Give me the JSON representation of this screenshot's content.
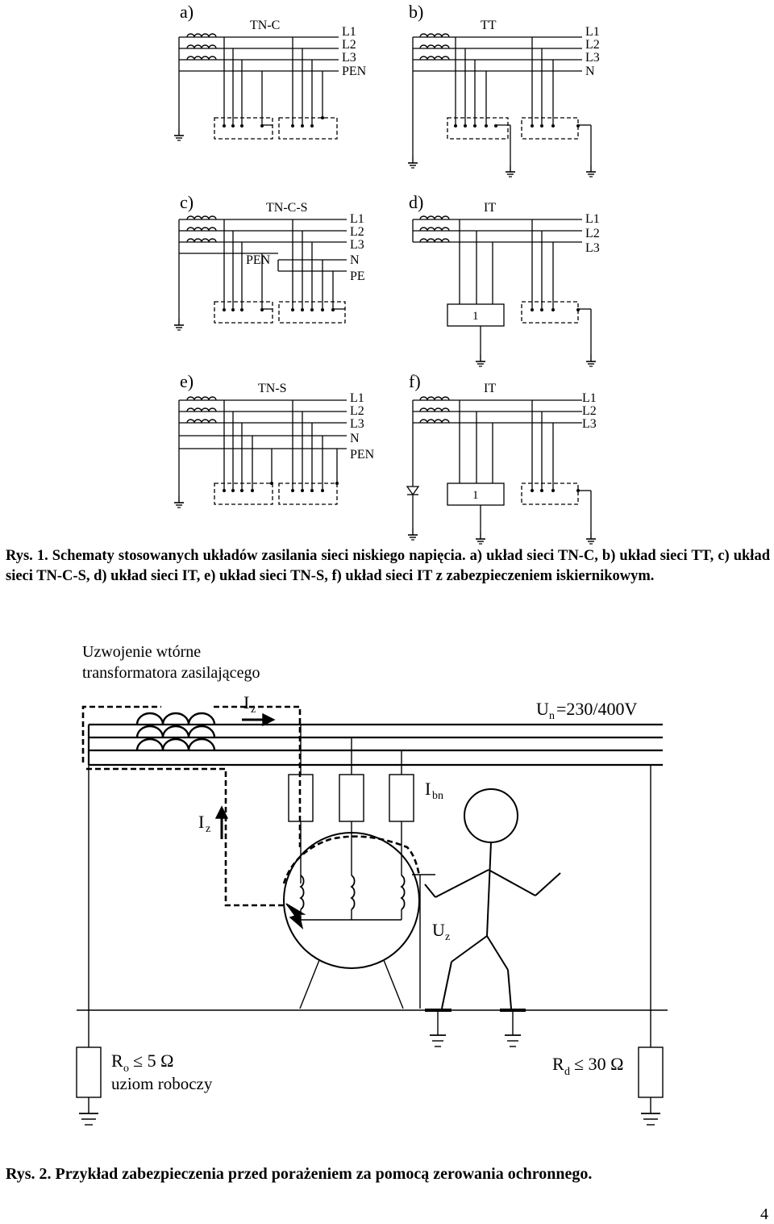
{
  "panels": [
    {
      "id": "a",
      "letter": "a)",
      "system": "TN-C",
      "conductors": [
        "L1",
        "L2",
        "L3",
        "PEN"
      ]
    },
    {
      "id": "b",
      "letter": "b)",
      "system": "TT",
      "conductors": [
        "L1",
        "L2",
        "L3",
        "N"
      ]
    },
    {
      "id": "c",
      "letter": "c)",
      "system": "TN-C-S",
      "conductors": [
        "L1",
        "L2",
        "L3",
        "N",
        "PE"
      ],
      "pen_label": "PEN"
    },
    {
      "id": "d",
      "letter": "d)",
      "system": "IT",
      "conductors": [
        "L1",
        "L2",
        "L3"
      ],
      "box_label": "1"
    },
    {
      "id": "e",
      "letter": "e)",
      "system": "TN-S",
      "conductors": [
        "L1",
        "L2",
        "L3",
        "N",
        "PEN"
      ]
    },
    {
      "id": "f",
      "letter": "f)",
      "system": "IT",
      "conductors": [
        "L1",
        "L2",
        "L3"
      ],
      "box_label": "1"
    }
  ],
  "caption1": "Rys. 1. Schematy stosowanych układów zasilania sieci niskiego napięcia. a) układ sieci TN-C, b) układ sieci TT, c) układ sieci TN-C-S, d) układ sieci IT, e) układ sieci TN-S, f) układ sieci IT z zabezpieczeniem iskiernikowym.",
  "figure2": {
    "winding_label_line1": "Uzwojenie wtórne",
    "winding_label_line2": "transformatora zasilającego",
    "current_symbol": "I",
    "current_sub": "z",
    "voltage_symbol": "U",
    "voltage_sub": "n",
    "voltage_value": "=230/400V",
    "ibn_symbol": "I",
    "ibn_sub": "bn",
    "touch_symbol": "U",
    "touch_sub": "z",
    "ro_symbol": "R",
    "ro_sub": "o",
    "ro_value": "≤ 5 Ω",
    "ro_desc": "uziom roboczy",
    "rd_symbol": "R",
    "rd_sub": "d",
    "rd_value": "≤ 30 Ω"
  },
  "caption2": "Rys. 2. Przykład zabezpieczenia przed porażeniem za pomocą zerowania ochronnego.",
  "page_number": "4"
}
